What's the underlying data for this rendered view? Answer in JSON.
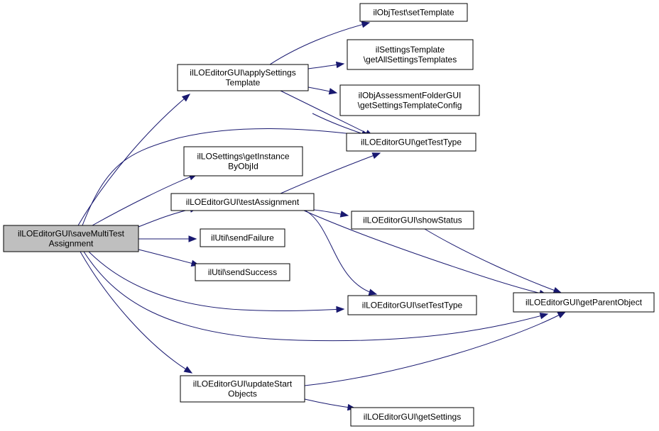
{
  "nodes": {
    "save_multi_test_assignment": [
      "ilLOEditorGUI\\saveMultiTest",
      "Assignment"
    ],
    "apply_settings_template": [
      "ilLOEditorGUI\\applySettings",
      "Template"
    ],
    "get_instance_by_obj_id": [
      "ilLOSettings\\getInstance",
      "ByObjId"
    ],
    "test_assignment": [
      "ilLOEditorGUI\\testAssignment"
    ],
    "send_failure": [
      "ilUtil\\sendFailure"
    ],
    "send_success": [
      "ilUtil\\sendSuccess"
    ],
    "update_start_objects": [
      "ilLOEditorGUI\\updateStart",
      "Objects"
    ],
    "set_template": [
      "ilObjTest\\setTemplate"
    ],
    "get_all_settings_templates": [
      "ilSettingsTemplate",
      "\\getAllSettingsTemplates"
    ],
    "get_settings_template_config": [
      "ilObjAssessmentFolderGUI",
      "\\getSettingsTemplateConfig"
    ],
    "get_test_type": [
      "ilLOEditorGUI\\getTestType"
    ],
    "show_status": [
      "ilLOEditorGUI\\showStatus"
    ],
    "set_test_type": [
      "ilLOEditorGUI\\setTestType"
    ],
    "get_parent_object": [
      "ilLOEditorGUI\\getParentObject"
    ],
    "get_settings": [
      "ilLOEditorGUI\\getSettings"
    ]
  }
}
